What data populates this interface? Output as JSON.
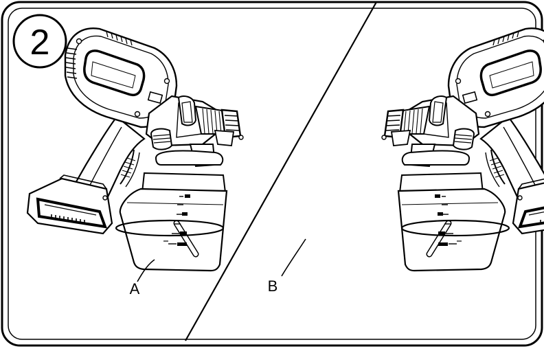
{
  "step_number": "2",
  "labels": {
    "left": "A",
    "right": "B"
  },
  "colors": {
    "line": "#000000",
    "background": "#ffffff",
    "gray": "#9a9a9a"
  },
  "icons": [
    "paint-sprayer-illustration",
    "paint-sprayer-illustration"
  ]
}
